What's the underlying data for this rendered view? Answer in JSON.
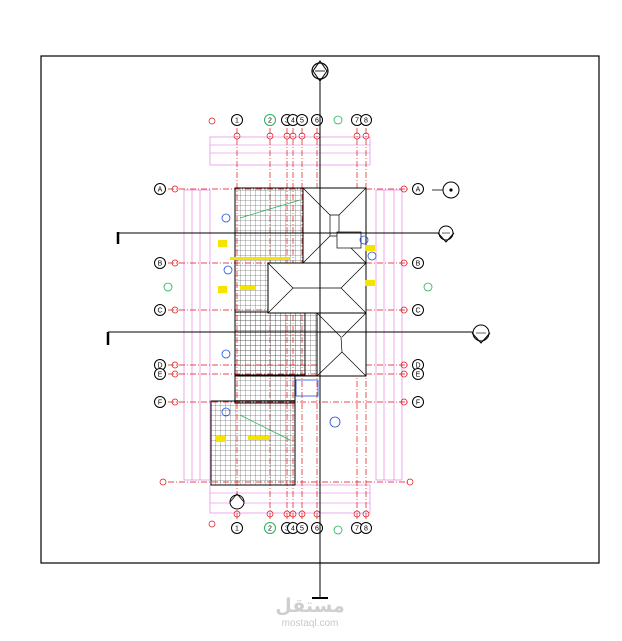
{
  "colors": {
    "frame": "#000000",
    "grid_red": "#e01010",
    "pink": "#e070e0",
    "green": "#1fb35a",
    "yellow": "#f4e400",
    "blue": "#1f4fe0",
    "roof_fill": "#ffffff",
    "hatch": "#222222",
    "watermark": "#cfcfcf"
  },
  "grid_columns": {
    "top": [
      "1",
      "2",
      "3",
      "4",
      "5",
      "6",
      "7",
      "8"
    ],
    "bottom": [
      "1",
      "2",
      "3",
      "4",
      "5",
      "6",
      "7",
      "8"
    ]
  },
  "grid_rows": {
    "left": [
      "A",
      "B",
      "C",
      "D",
      "E",
      "F"
    ],
    "right": [
      "A",
      "B",
      "C",
      "D",
      "E",
      "F"
    ]
  },
  "icons": {
    "north_arrow": "north-arrow-icon",
    "section_marker": "section-marker-icon",
    "elevation_marker": "elevation-marker-icon"
  },
  "watermark": {
    "arabic": "مستقل",
    "url": "mostaql.com"
  }
}
